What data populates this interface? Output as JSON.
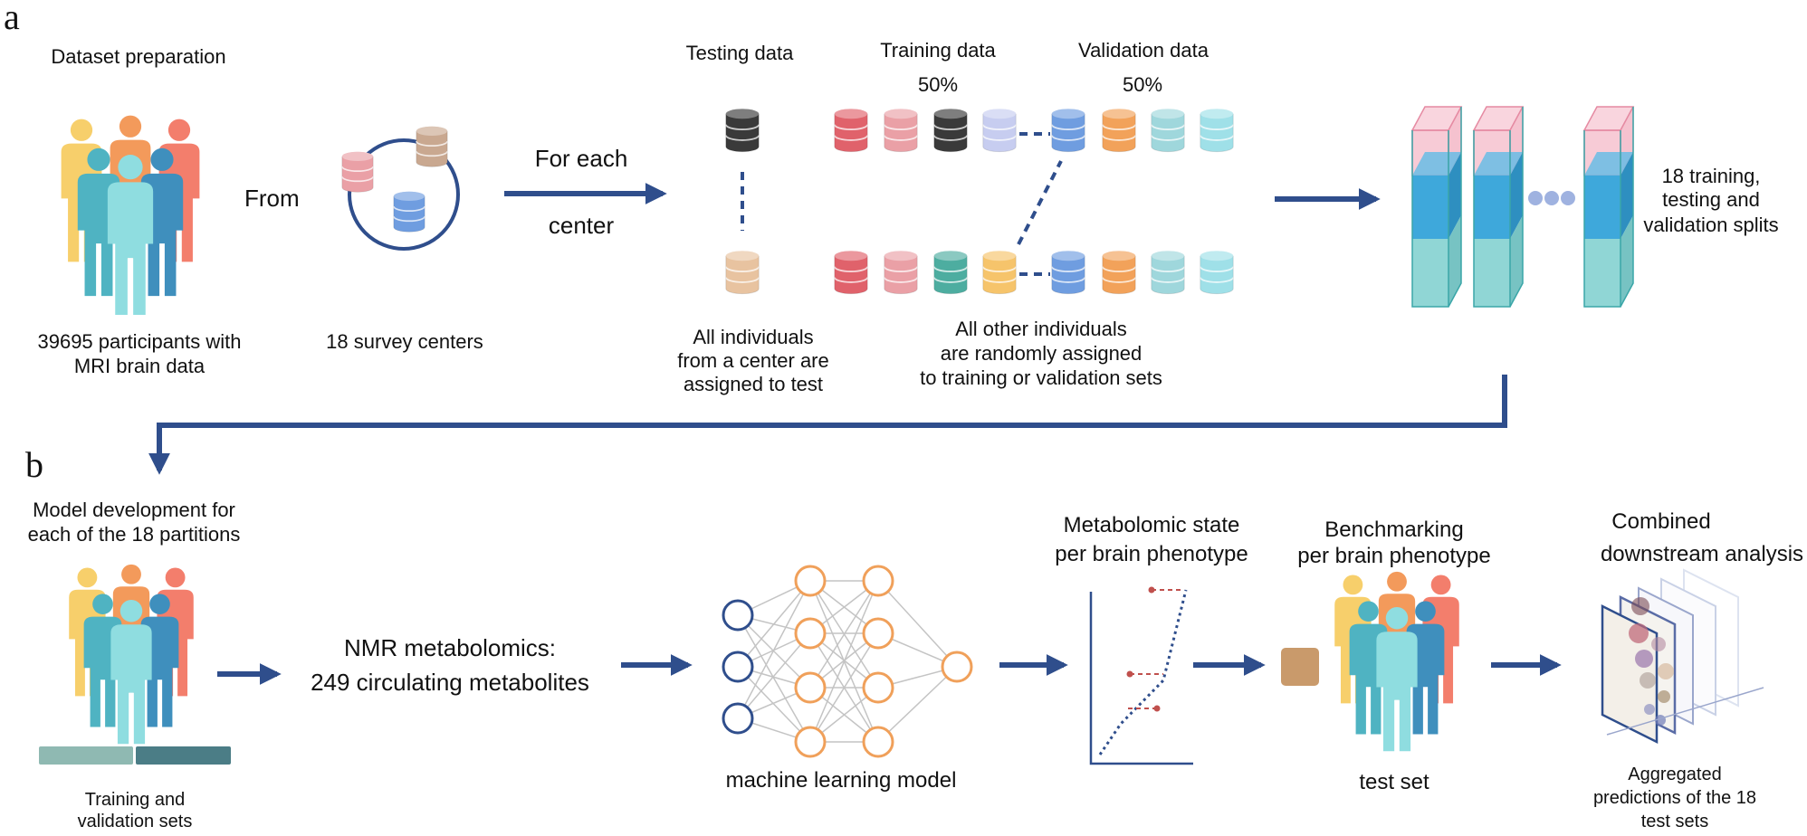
{
  "panel_a": {
    "label": "a",
    "dataset_preparation": "Dataset preparation",
    "participants_line1": "39695 participants with",
    "participants_line2": "MRI brain data",
    "from_label": "From",
    "survey_centers": "18 survey centers",
    "for_each_line1": "For each",
    "for_each_line2": "center",
    "testing_data": "Testing data",
    "training_data": "Training data",
    "training_pct": "50%",
    "validation_data": "Validation data",
    "validation_pct": "50%",
    "test_caption_line1": "All individuals",
    "test_caption_line2": "from a center are",
    "test_caption_line3": "assigned to test",
    "other_caption_line1": "All other individuals",
    "other_caption_line2": "are randomly assigned",
    "other_caption_line3": "to training or validation sets",
    "splits_line1": "18 training,",
    "splits_line2": "testing and",
    "splits_line3": "validation splits"
  },
  "panel_b": {
    "label": "b",
    "model_dev_line1": "Model development for",
    "model_dev_line2": "each of the 18 partitions",
    "train_val_line1": "Training and",
    "train_val_line2": "validation sets",
    "nmr_line1": "NMR metabolomics:",
    "nmr_line2": "249 circulating metabolites",
    "ml_model": "machine learning model",
    "metabolomic_line1": "Metabolomic state",
    "metabolomic_line2": "per brain phenotype",
    "benchmarking_line1": "Benchmarking",
    "benchmarking_line2": "per brain phenotype",
    "test_set": "test set",
    "combined_line1": "Combined",
    "combined_line2": "downstream analysis",
    "aggregated_line1": "Aggregated",
    "aggregated_line2": "predictions of the 18",
    "aggregated_line3": "test sets"
  },
  "colors": {
    "arrow": "#2f4e8c",
    "person_yellow": "#f7cf6b",
    "person_orange": "#f39a5b",
    "person_red": "#f37e6c",
    "person_teal": "#4fb3c2",
    "person_cyan": "#8fdde0",
    "person_blue": "#3f8fbd",
    "db_red": "#e0626b",
    "db_pink": "#eaa0a6",
    "db_black": "#3a3a3a",
    "db_lavender": "#c7cdf0",
    "db_blue": "#6f9de0",
    "db_orange": "#f2a25a",
    "db_lightteal": "#9fd7dc",
    "db_teal": "#4dada0",
    "db_yellow": "#f6c46b",
    "db_tan": "#e8c3a0",
    "db_brown": "#c9a890",
    "col_pink": "#f4b9c8",
    "col_blue": "#3ea8db",
    "col_teal": "#7ccfce",
    "node_blue": "#2f4e8c",
    "node_orange": "#f0a05a",
    "bar_light": "#8fb9b2",
    "bar_dark": "#4b7d86",
    "square_tan": "#c99a6b"
  },
  "icons": [
    "people-group-icon",
    "database-icon",
    "neural-network-icon",
    "scatter-plot-icon",
    "stacked-plots-icon"
  ]
}
